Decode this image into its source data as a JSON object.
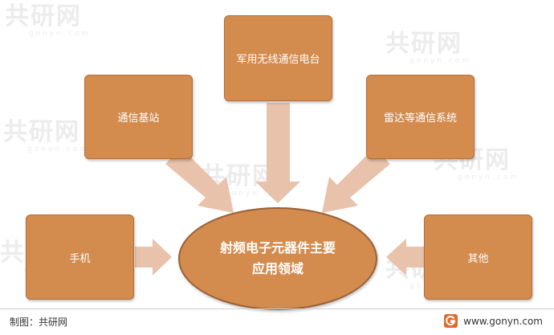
{
  "colors": {
    "box_fill": "#d38b4e",
    "box_border": "#b46f37",
    "center_border": "#9a6033",
    "arrow_fill": "#e8c2ab",
    "text": "#ffffff",
    "watermark": "#ececec"
  },
  "watermark": {
    "text": "共研网",
    "url": "gonyn.com"
  },
  "center": {
    "label": "射频电子元器件主要应用领域"
  },
  "boxes": {
    "top": "军用无线通信电台",
    "left_upper": "通信基站",
    "right_upper": "雷达等通信系统",
    "left_lower": "手机",
    "right_lower": "其他"
  },
  "footer": {
    "source": "制图：共研网",
    "website": "www.gonyn.com",
    "logo_icon": "gonyn-logo-icon"
  }
}
